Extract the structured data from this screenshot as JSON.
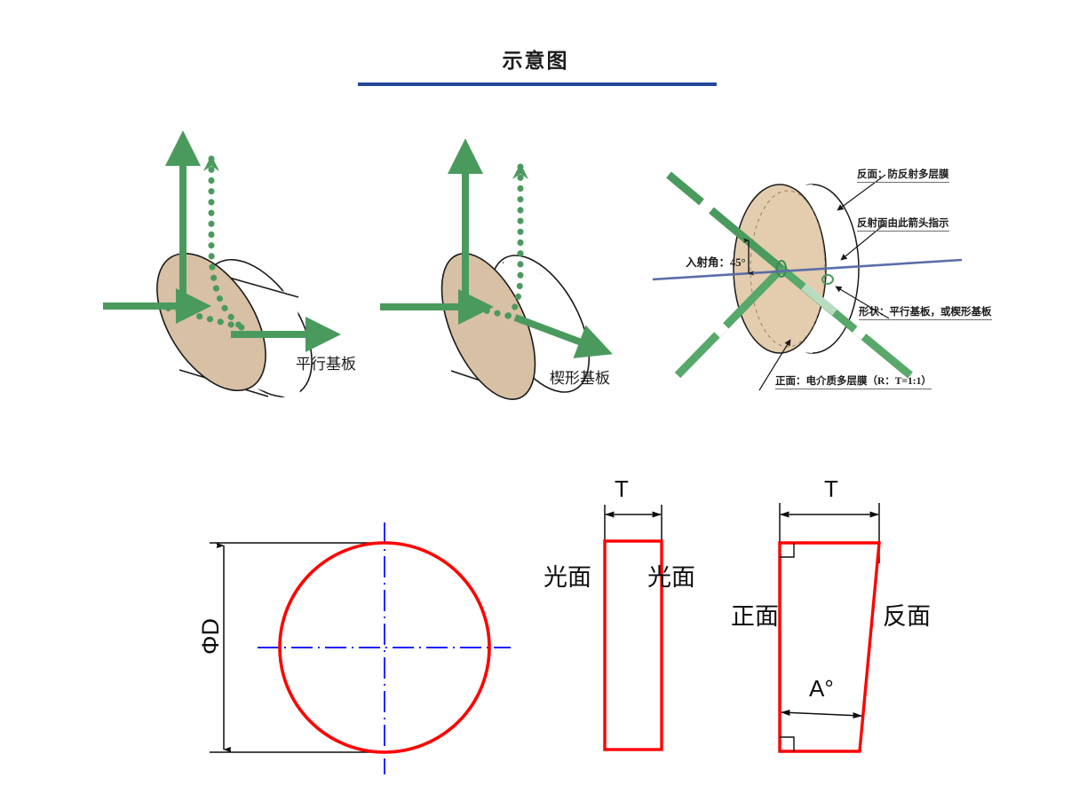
{
  "title": "示意图",
  "accent_color": "#24499b",
  "colors": {
    "beam_green": "#4a9a5e",
    "disc_fill": "#d8c0a4",
    "outline": "#1a1a1a",
    "blue_axis": "#5a6ea8",
    "red_outline": "#ff0000",
    "blue_centerline": "#0000ff",
    "title_rule": "#24499b"
  },
  "diagrams": {
    "parallel_substrate": {
      "caption": "平行基板"
    },
    "wedge_substrate": {
      "caption": "楔形基板"
    },
    "coating_detail": {
      "annotations": {
        "back_coating": "反面：防反射多层膜",
        "arrow_note": "反射面由此箭头指示",
        "shape_note": "形状：平行基板，或楔形基板",
        "front_coating": "正面：电介质多层膜（R：T=1:1）",
        "incident_angle": "入射角：45°"
      }
    },
    "front_view": {
      "diameter_label": "ΦD"
    },
    "parallel_section": {
      "thickness_label": "T",
      "left_face": "光面",
      "right_face": "光面"
    },
    "wedge_section": {
      "thickness_label": "T",
      "angle_label": "A°",
      "left_face": "正面",
      "right_face": "反面"
    }
  }
}
